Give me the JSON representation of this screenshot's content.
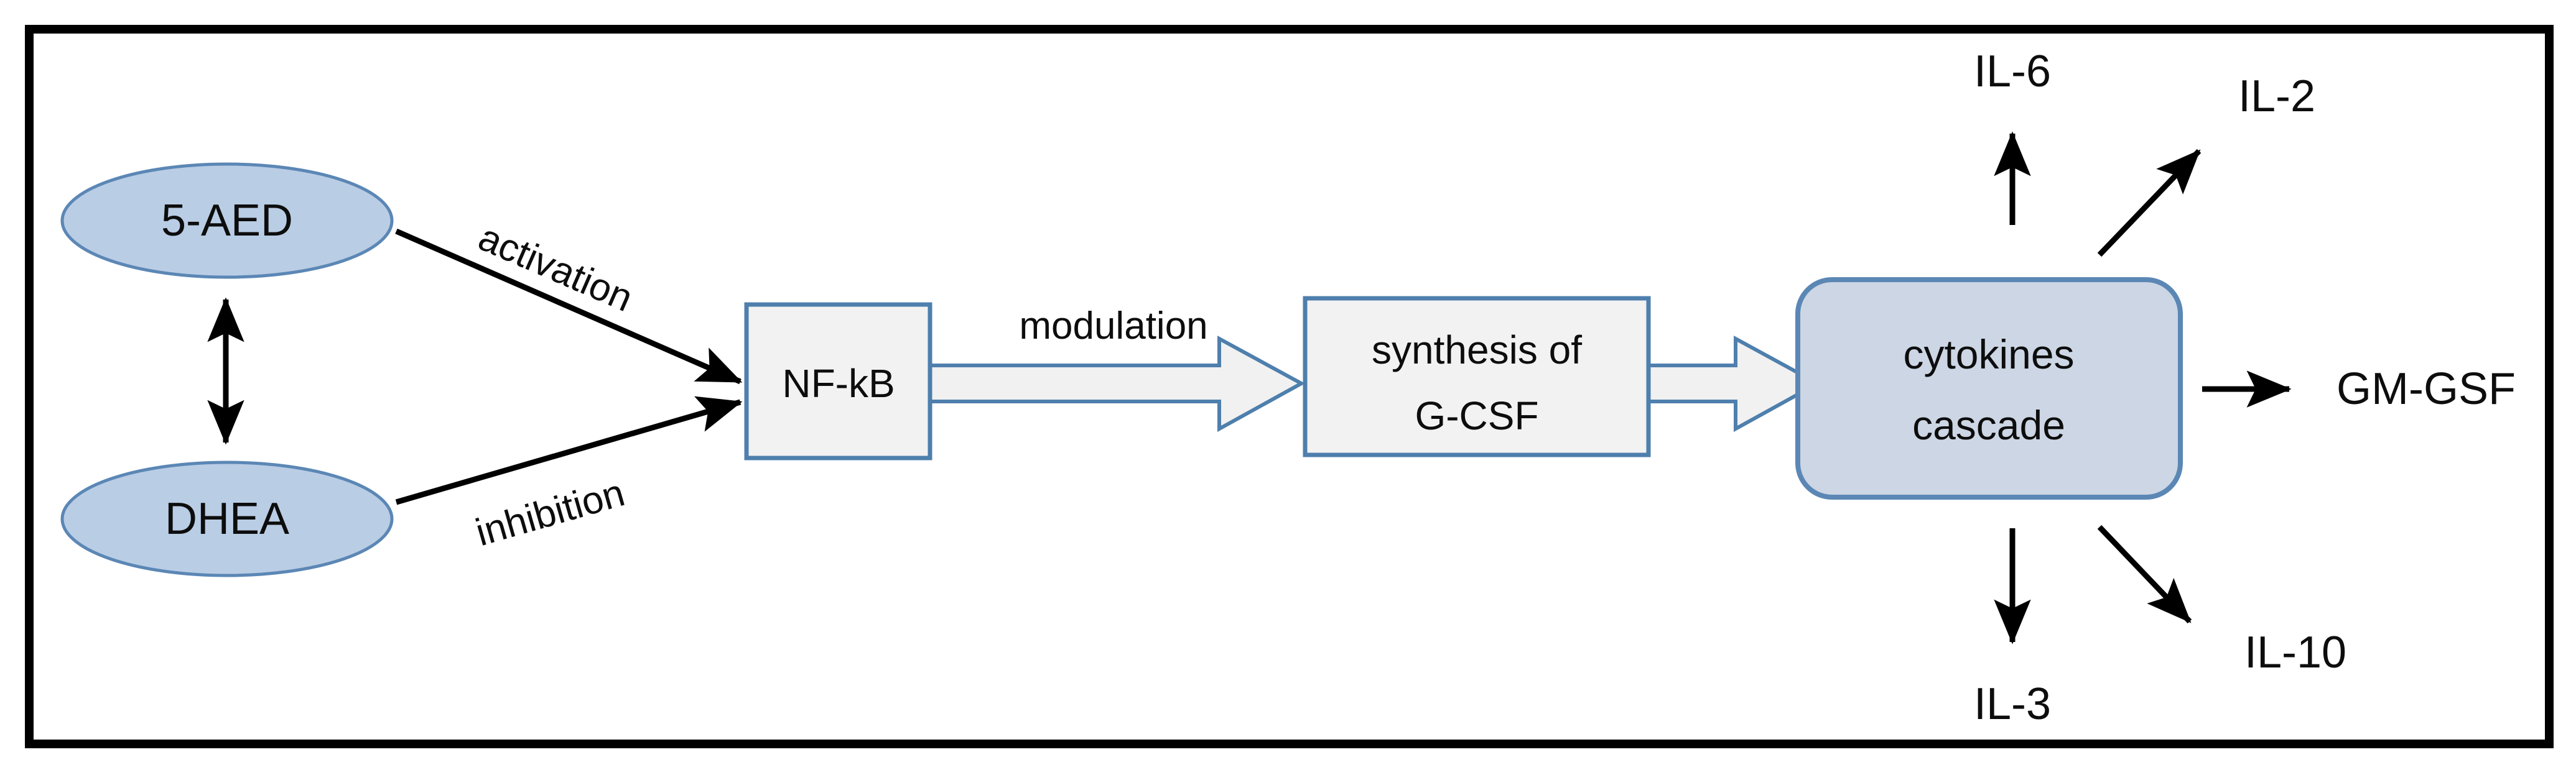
{
  "figure": {
    "type": "flow-diagram",
    "frame_color": "#000000",
    "background": "#ffffff"
  },
  "palette": {
    "ellipse_fill": "#b9cde5",
    "ellipse_stroke": "#5b87b5",
    "process_fill": "#f2f2f2",
    "process_stroke": "#4e7fad",
    "cascade_fill": "#ccd6e4",
    "cascade_stroke": "#5b87b5",
    "block_arrow_fill": "#f1f1f1",
    "block_arrow_stroke": "#4e7fad",
    "line_color": "#000000",
    "text_color": "#0d0d0d"
  },
  "nodes": {
    "aed": {
      "label": "5-AED",
      "shape": "ellipse"
    },
    "dhea": {
      "label": "DHEA",
      "shape": "ellipse"
    },
    "nfkb": {
      "label": "NF-kB",
      "shape": "rectangle"
    },
    "gcsf": {
      "label_line1": "synthesis of",
      "label_line2": "G-CSF",
      "shape": "rectangle"
    },
    "cascade": {
      "label_line1": "cytokines",
      "label_line2": "cascade",
      "shape": "rounded-rectangle"
    }
  },
  "edges": {
    "aed_nfkb": {
      "label": "activation",
      "style": "line-arrow"
    },
    "dhea_nfkb": {
      "label": "inhibition",
      "style": "line-arrow"
    },
    "aed_dhea": {
      "label": "",
      "style": "double-headed-arrow"
    },
    "nfkb_gcsf": {
      "label": "modulation",
      "style": "block-arrow"
    },
    "gcsf_cascade": {
      "label": "",
      "style": "block-arrow"
    }
  },
  "outputs": [
    {
      "label": "IL-6",
      "direction": "up"
    },
    {
      "label": "IL-2",
      "direction": "up-right"
    },
    {
      "label": "GM-GSF",
      "direction": "right"
    },
    {
      "label": "IL-10",
      "direction": "down-right"
    },
    {
      "label": "IL-3",
      "direction": "down"
    }
  ]
}
